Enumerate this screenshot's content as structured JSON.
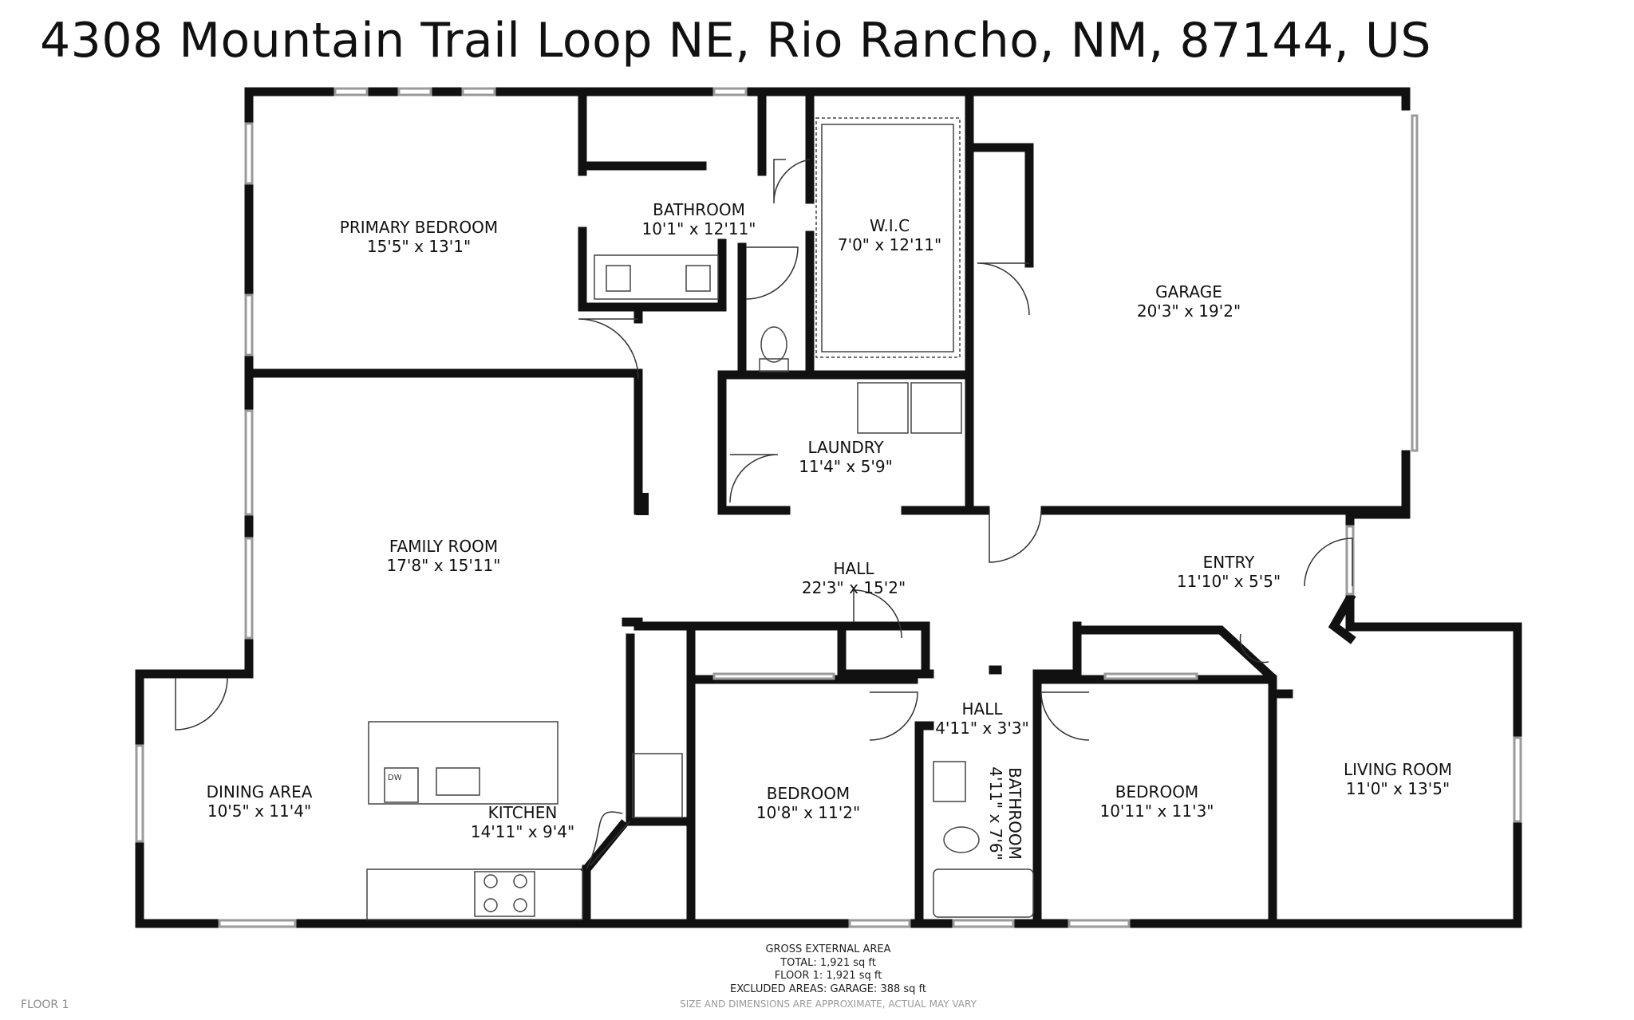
{
  "address": "4308 Mountain Trail Loop NE, Rio Rancho, NM, 87144, US",
  "rooms": {
    "primary_bedroom": {
      "name": "PRIMARY BEDROOM",
      "dims": "15'5\" x 13'1\""
    },
    "bathroom_primary": {
      "name": "BATHROOM",
      "dims": "10'1\" x 12'11\""
    },
    "wic": {
      "name": "W.I.C",
      "dims": "7'0\" x 12'11\""
    },
    "garage": {
      "name": "GARAGE",
      "dims": "20'3\" x 19'2\""
    },
    "laundry": {
      "name": "LAUNDRY",
      "dims": "11'4\" x 5'9\""
    },
    "family_room": {
      "name": "FAMILY ROOM",
      "dims": "17'8\" x 15'11\""
    },
    "hall_main": {
      "name": "HALL",
      "dims": "22'3\" x 15'2\""
    },
    "entry": {
      "name": "ENTRY",
      "dims": "11'10\" x 5'5\""
    },
    "hall_small": {
      "name": "HALL",
      "dims": "4'11\" x 3'3\""
    },
    "dining_area": {
      "name": "DINING AREA",
      "dims": "10'5\" x 11'4\""
    },
    "kitchen": {
      "name": "KITCHEN",
      "dims": "14'11\" x 9'4\""
    },
    "bedroom_1": {
      "name": "BEDROOM",
      "dims": "10'8\" x 11'2\""
    },
    "bathroom_small": {
      "name": "BATHROOM",
      "dims": "4'11\" x 7'6\""
    },
    "bedroom_2": {
      "name": "BEDROOM",
      "dims": "10'11\" x 11'3\""
    },
    "living_room": {
      "name": "LIVING ROOM",
      "dims": "11'0\" x 13'5\""
    }
  },
  "fixtures": {
    "dishwasher": "DW"
  },
  "area_summary": {
    "heading": "GROSS EXTERNAL AREA",
    "total": "TOTAL: 1,921 sq ft",
    "floor1": "FLOOR 1: 1,921 sq ft",
    "excluded": "EXCLUDED AREAS: GARAGE: 388 sq ft"
  },
  "floor_label": "FLOOR 1",
  "disclaimer": "SIZE AND DIMENSIONS ARE APPROXIMATE, ACTUAL MAY VARY",
  "colors": {
    "wall": "#111111",
    "window": "#9a9a9a",
    "fixture": "#444444",
    "background": "#ffffff"
  }
}
